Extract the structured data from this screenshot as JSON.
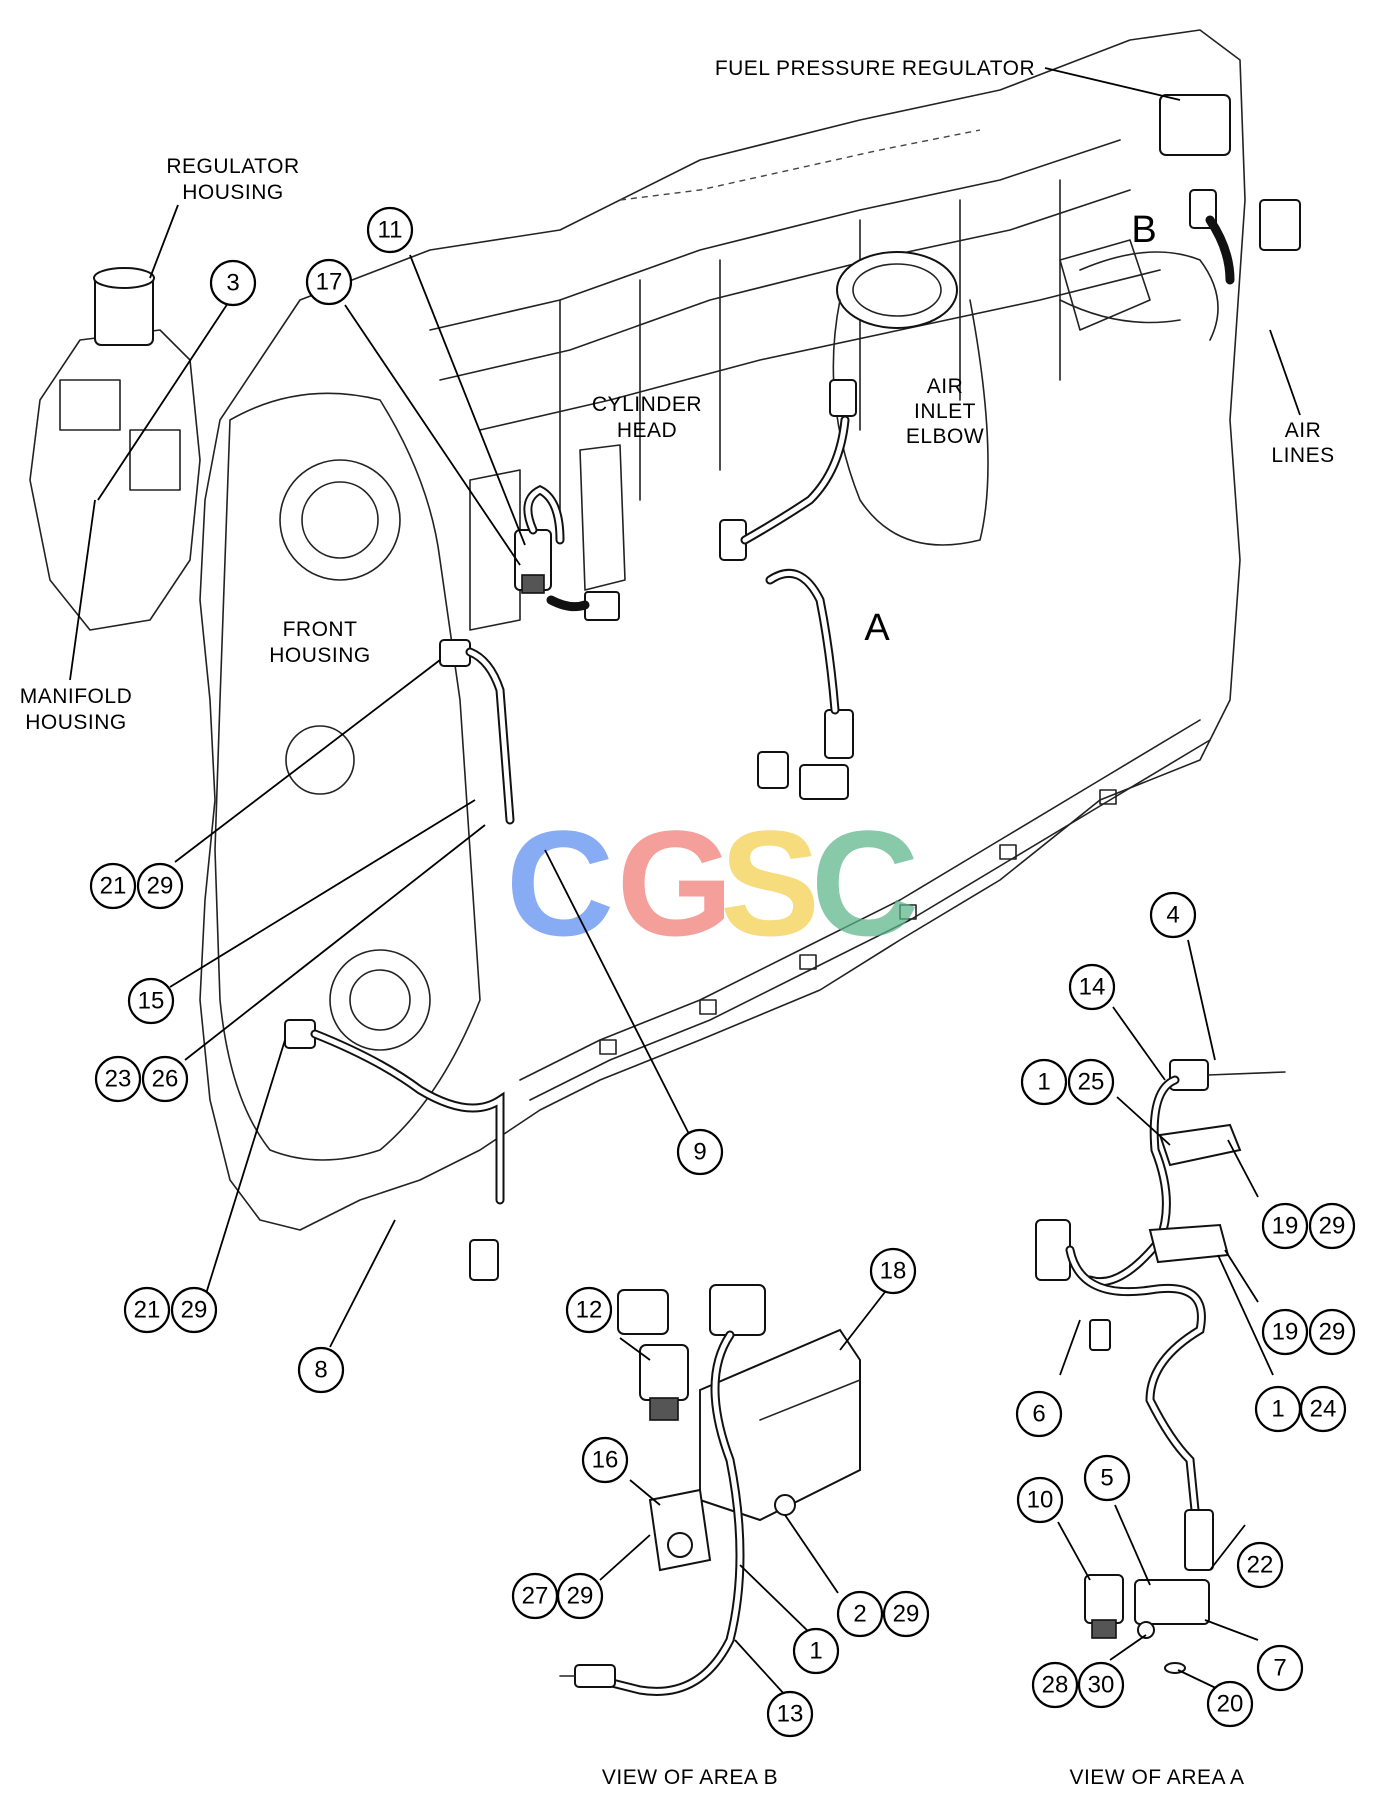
{
  "labels": {
    "fuel_pressure_regulator": "FUEL PRESSURE REGULATOR",
    "regulator_housing_1": "REGULATOR",
    "regulator_housing_2": "HOUSING",
    "cylinder_head_1": "CYLINDER",
    "cylinder_head_2": "HEAD",
    "air_inlet_elbow_1": "AIR",
    "air_inlet_elbow_2": "INLET",
    "air_inlet_elbow_3": "ELBOW",
    "air_lines_1": "AIR",
    "air_lines_2": "LINES",
    "front_housing_1": "FRONT",
    "front_housing_2": "HOUSING",
    "manifold_housing_1": "MANIFOLD",
    "manifold_housing_2": "HOUSING",
    "area_a": "A",
    "area_b": "B",
    "view_area_b": "VIEW OF AREA B",
    "view_area_a": "VIEW OF AREA  A"
  },
  "callouts": {
    "c3": "3",
    "c11": "11",
    "c17": "17",
    "c21a": "21",
    "c29a": "29",
    "c15": "15",
    "c23": "23",
    "c26": "26",
    "c9": "9",
    "c21b": "21",
    "c29b": "29",
    "c8": "8",
    "c12": "12",
    "c18": "18",
    "c16": "16",
    "c27": "27",
    "c29c": "29",
    "c2": "2",
    "c29d": "29",
    "c1a": "1",
    "c13": "13",
    "c4": "4",
    "c14": "14",
    "c1b": "1",
    "c25": "25",
    "c19a": "19",
    "c29e": "29",
    "c19b": "19",
    "c29f": "29",
    "c6": "6",
    "c1c": "1",
    "c24": "24",
    "c10": "10",
    "c5": "5",
    "c22": "22",
    "c7": "7",
    "c28": "28",
    "c30": "30",
    "c20": "20"
  },
  "watermark": {
    "letters": [
      "C",
      "G",
      "S",
      "C"
    ],
    "colors": [
      "#5b8def",
      "#f07b72",
      "#f3cf4a",
      "#5bb58a"
    ]
  }
}
